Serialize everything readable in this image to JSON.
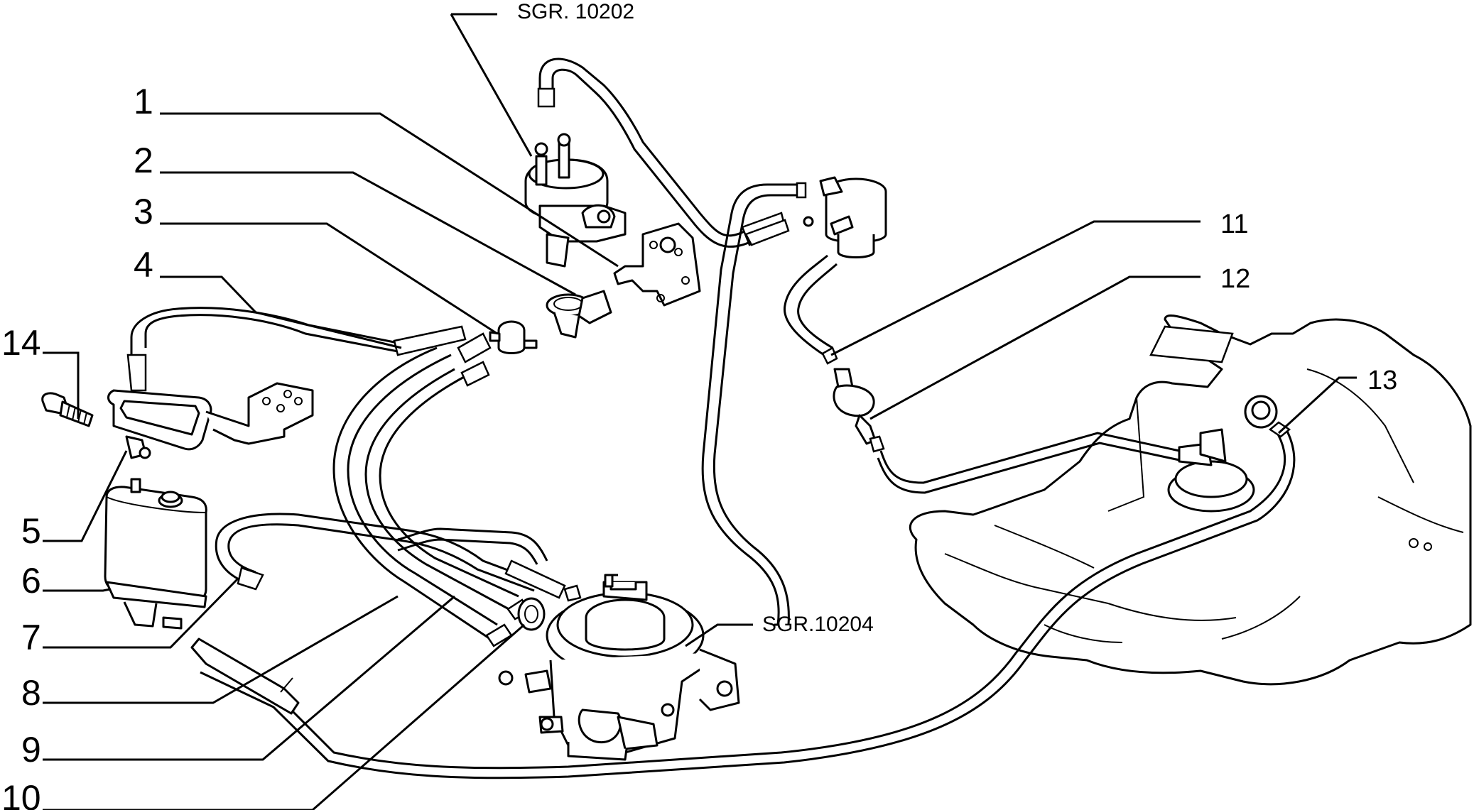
{
  "callouts": [
    {
      "id": "1",
      "text": "1"
    },
    {
      "id": "2",
      "text": "2"
    },
    {
      "id": "3",
      "text": "3"
    },
    {
      "id": "4",
      "text": "4"
    },
    {
      "id": "5",
      "text": "5"
    },
    {
      "id": "6",
      "text": "6"
    },
    {
      "id": "7",
      "text": "7"
    },
    {
      "id": "8",
      "text": "8"
    },
    {
      "id": "9",
      "text": "9"
    },
    {
      "id": "10",
      "text": "10"
    },
    {
      "id": "11",
      "text": "11"
    },
    {
      "id": "12",
      "text": "12"
    },
    {
      "id": "13",
      "text": "13"
    },
    {
      "id": "14",
      "text": "14"
    }
  ],
  "references": {
    "fuel_pump": "SGR. 10202",
    "carburettor": "SGR.10204"
  }
}
